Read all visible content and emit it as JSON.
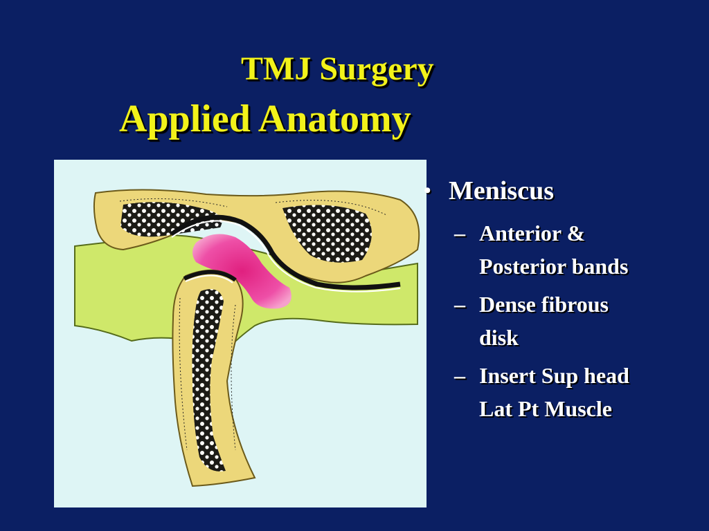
{
  "slide": {
    "title_line1": "TMJ Surgery",
    "title_line2": "Applied Anatomy"
  },
  "bullets": {
    "main": {
      "marker": "•",
      "text": "Meniscus"
    },
    "sub_marker": "–",
    "sub_items": [
      {
        "text": "Anterior & Posterior bands"
      },
      {
        "text": "Dense fibrous disk"
      },
      {
        "text": "Insert Sup head Lat Pt Muscle"
      }
    ]
  },
  "colors": {
    "background": "#0b1f63",
    "title": "#f2f21a",
    "bullet_text": "#ffffff",
    "figure_background": "#def5f5",
    "bone": "#ecd77a",
    "soft_tissue": "#cfe86a",
    "disc": "#e83aa0"
  }
}
